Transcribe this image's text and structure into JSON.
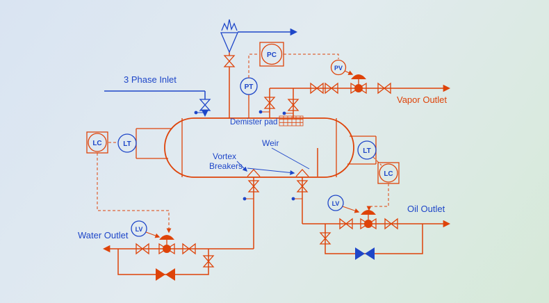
{
  "colors": {
    "red": "#DE4309",
    "blue": "#1E46C8",
    "bg1": "#D9E4F2",
    "bg2": "#D6E9D8"
  },
  "labels": {
    "inlet": "3 Phase Inlet",
    "demister": "Demister pad",
    "vortex_line1": "Vortex",
    "vortex_line2": "Breakers",
    "weir": "Weir",
    "vapor_outlet": "Vapor Outlet",
    "oil_outlet": "Oil Outlet",
    "water_outlet": "Water Outlet"
  },
  "instruments": {
    "pc": "PC",
    "pt": "PT",
    "pv": "PV",
    "lt": "LT",
    "lc": "LC",
    "lv": "LV"
  }
}
